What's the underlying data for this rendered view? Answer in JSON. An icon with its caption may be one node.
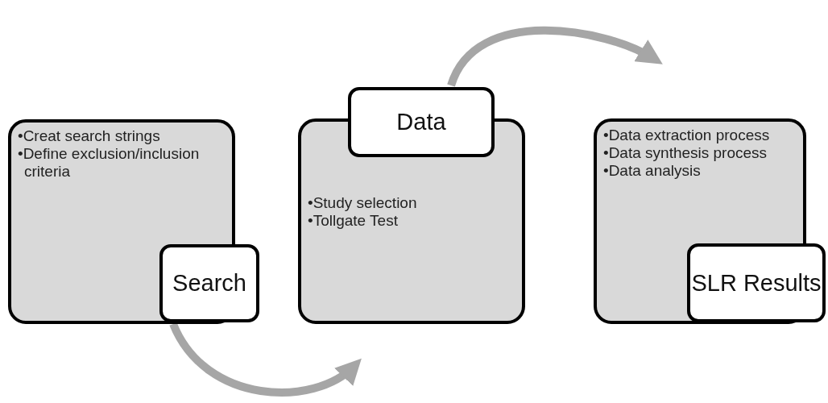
{
  "diagram": {
    "nodes": [
      {
        "text": [
          "•Creat search strings",
          "•Define exclusion/inclusion criteria"
        ]
      },
      {
        "text": [
          "Search"
        ]
      },
      {
        "text": [
          "•Study selection",
          "•Tollgate Test"
        ]
      },
      {
        "text": [
          "Data"
        ]
      },
      {
        "text": [
          "•Data extraction process",
          "•Data synthesis process",
          "•Data analysis"
        ]
      },
      {
        "text": [
          "SLR Results"
        ]
      }
    ],
    "edges": [
      {
        "from": 1,
        "to": 2,
        "arrow": "to"
      },
      {
        "from": 3,
        "to": 4,
        "arrow": "to"
      }
    ]
  }
}
